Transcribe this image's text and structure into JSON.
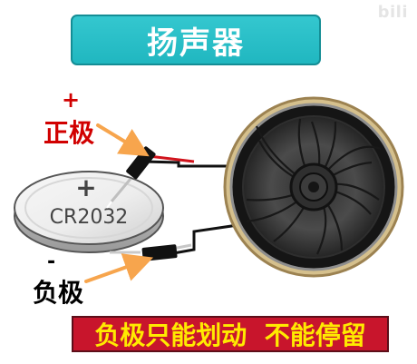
{
  "title": "扬声器",
  "watermark": "bili",
  "positive": {
    "sign": "+",
    "label": "正极"
  },
  "negative": {
    "sign": "-",
    "label": "负极"
  },
  "battery": {
    "model": "CR2032",
    "plus": "+"
  },
  "bottom_text": "负极只能划动  不能停留",
  "colors": {
    "title_bg": "#20b7c0",
    "bottom_bg": "#c8152c",
    "bottom_text": "#ffea00",
    "positive": "#d10000",
    "arrow": "#f7a54d"
  }
}
